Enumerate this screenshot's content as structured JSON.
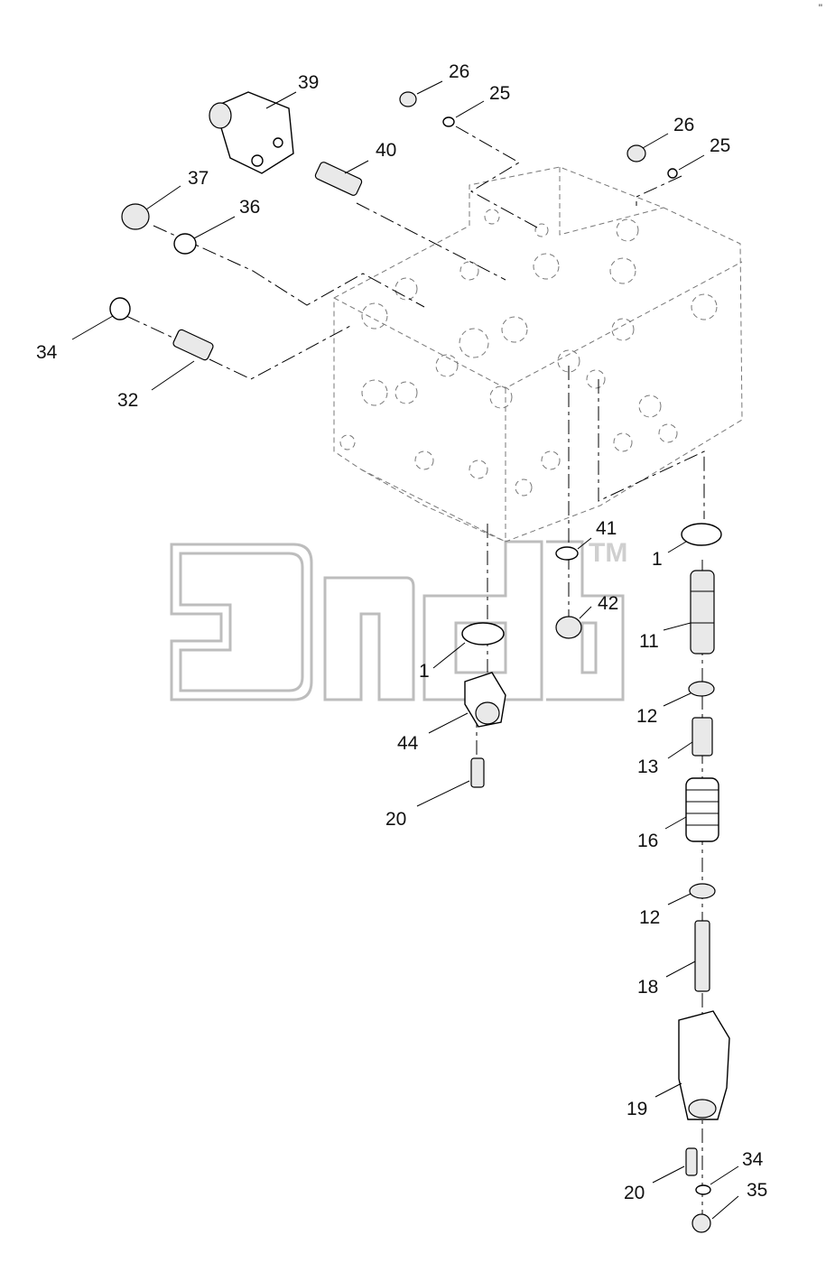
{
  "corner_mark": "\"",
  "watermark": {
    "tm": "TM"
  },
  "labels": [
    {
      "id": "39",
      "text": "39"
    },
    {
      "id": "26a",
      "text": "26"
    },
    {
      "id": "25a",
      "text": "25"
    },
    {
      "id": "26b",
      "text": "26"
    },
    {
      "id": "25b",
      "text": "25"
    },
    {
      "id": "40",
      "text": "40"
    },
    {
      "id": "37",
      "text": "37"
    },
    {
      "id": "36",
      "text": "36"
    },
    {
      "id": "34a",
      "text": "34"
    },
    {
      "id": "32",
      "text": "32"
    },
    {
      "id": "41",
      "text": "41"
    },
    {
      "id": "1a",
      "text": "1"
    },
    {
      "id": "42",
      "text": "42"
    },
    {
      "id": "1b",
      "text": "1"
    },
    {
      "id": "11",
      "text": "11"
    },
    {
      "id": "44",
      "text": "44"
    },
    {
      "id": "12a",
      "text": "12"
    },
    {
      "id": "13",
      "text": "13"
    },
    {
      "id": "20a",
      "text": "20"
    },
    {
      "id": "16",
      "text": "16"
    },
    {
      "id": "12b",
      "text": "12"
    },
    {
      "id": "18",
      "text": "18"
    },
    {
      "id": "19",
      "text": "19"
    },
    {
      "id": "34b",
      "text": "34"
    },
    {
      "id": "20b",
      "text": "20"
    },
    {
      "id": "35",
      "text": "35"
    }
  ]
}
